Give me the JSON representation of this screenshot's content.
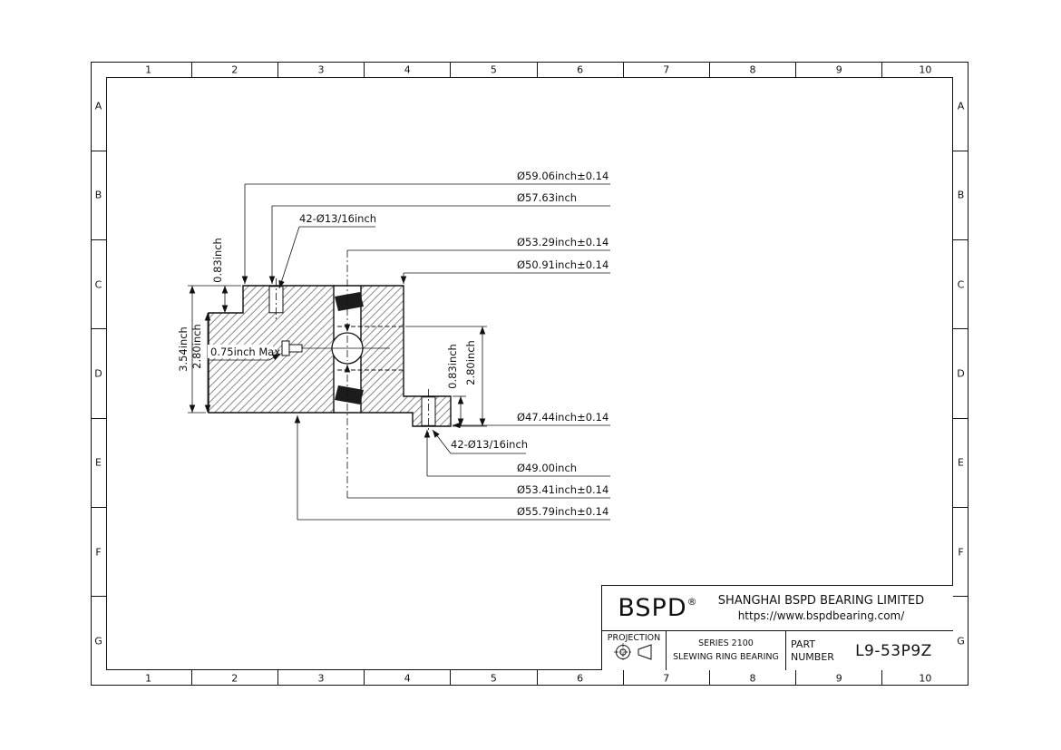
{
  "frame": {
    "columns": [
      "1",
      "2",
      "3",
      "4",
      "5",
      "6",
      "7",
      "8",
      "9",
      "10"
    ],
    "rows": [
      "A",
      "B",
      "C",
      "D",
      "E",
      "F",
      "G"
    ]
  },
  "drawing": {
    "dims_top": {
      "d59": "Ø59.06inch±0.14",
      "d57": "Ø57.63inch",
      "d42_top": "42-Ø13/16inch",
      "d53_upper": "Ø53.29inch±0.14",
      "d50": "Ø50.91inch±0.14"
    },
    "dims_bottom": {
      "d47": "Ø47.44inch±0.14",
      "d42_bottom": "42-Ø13/16inch",
      "d49": "Ø49.00inch",
      "d53_lower": "Ø53.41inch±0.14",
      "d55": "Ø55.79inch±0.14"
    },
    "dims_left": {
      "h083": "0.83inch",
      "h354": "3.54inch",
      "h280": "2.80inch",
      "grease": "0.75inch Max"
    },
    "dims_right": {
      "h083": "0.83inch",
      "h280": "2.80inch"
    }
  },
  "title_block": {
    "brand": "BSPD",
    "registered_mark": "®",
    "company": "SHANGHAI BSPD BEARING LIMITED",
    "website": "https://www.bspdbearing.com/",
    "projection_label": "PROJECTION",
    "series_line1": "SERIES 2100",
    "series_line2": "SLEWING RING BEARING",
    "part_label_line1": "PART",
    "part_label_line2": "NUMBER",
    "part_number": "L9-53P9Z"
  }
}
